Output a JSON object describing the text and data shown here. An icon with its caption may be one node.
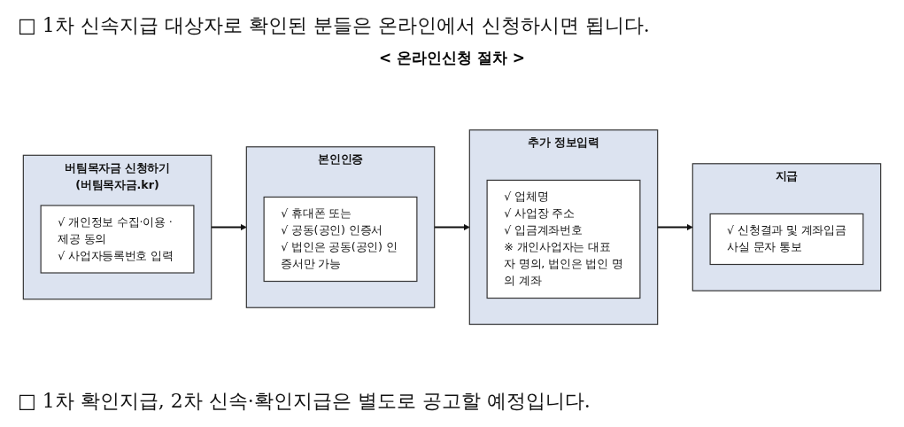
{
  "diagram": {
    "title": "< 온라인신청 절차 >",
    "nodes": [
      {
        "text": [
          "버팀목자금 신청하기",
          "(버팀목자금.kr)"
        ]
      },
      {
        "text": [
          "√ 개인정보 수집·이용 ·제공 동의",
          "√ 사업자등록번호 입력"
        ],
        "in": 0
      },
      {
        "text": [
          "본인인증"
        ]
      },
      {
        "text": [
          "√ 휴대폰 또는",
          "√ 공동(공인) 인증서",
          "√ 법인은 공동(공인) 인증서만 가능"
        ],
        "in": 2
      },
      {
        "text": [
          "추가 정보입력"
        ]
      },
      {
        "text": [
          "√ 업체명",
          "√ 사업장 주소",
          "√ 입금계좌번호",
          "※ 개인사업자는 대표자 명의, 법인은 법인 명의 계좌"
        ],
        "in": 4
      },
      {
        "text": [
          "지급"
        ]
      },
      {
        "text": [
          "√ 신청결과 및 계좌입금사실 문자 통보"
        ],
        "in": 6
      }
    ],
    "edges": [
      {
        "from": 0,
        "to": 2,
        "arrow": "to"
      },
      {
        "from": 2,
        "to": 4,
        "arrow": "to"
      },
      {
        "from": 4,
        "to": 6,
        "arrow": "to"
      }
    ],
    "labels": [
      "□ 1차 신속지급 대상자로 확인된 분들은 온라인에서 신청하시면 됩니다.",
      "□ 1차 확인지급, 2차 신속·확인지급은 별도로 공고할 예정입니다."
    ]
  }
}
